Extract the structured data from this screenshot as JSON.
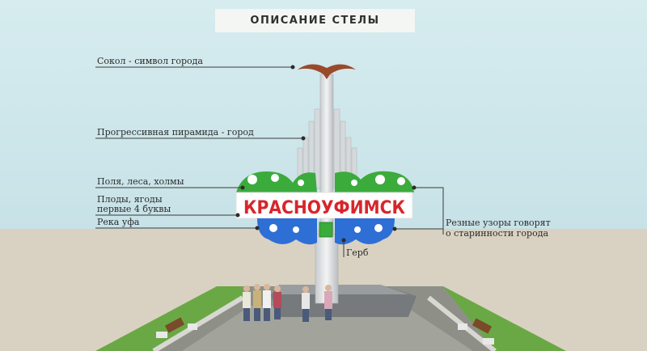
{
  "title": "ОПИСАНИЕ СТЕЛЫ",
  "sign_text": "КРАСНОУФИМСК",
  "labels": {
    "falcon": "Сокол - символ города",
    "pyramid": "Прогрессивная пирамида - город",
    "fields": "Поля, леса, холмы",
    "fruits_line1": "Плоды, ягоды",
    "fruits_line2": "первые 4 буквы",
    "river": "Река уфа",
    "carvings_line1": "Резные узоры говорят",
    "carvings_line2": "о старинности города",
    "coat": "Герб"
  },
  "colors": {
    "sky": "#cfe6ea",
    "ground": "#d9d2c2",
    "grass": "#6aa845",
    "green_ornament": "#3bab3c",
    "blue_ornament": "#2e6fd6",
    "sign_red": "#d8252b",
    "sign_bg": "#ffffff",
    "falcon": "#9a4a2a"
  }
}
